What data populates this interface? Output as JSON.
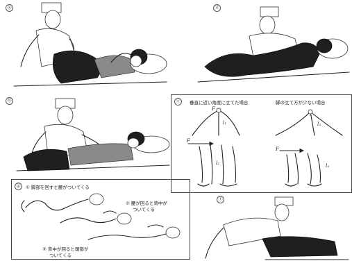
{
  "panels": {
    "a": {
      "label": "ⓐ"
    },
    "b": {
      "label": "ⓑ"
    },
    "c": {
      "label": "ⓒ"
    },
    "d": {
      "label": "ⓓ"
    },
    "e": {
      "label": "ⓔ",
      "caption_left": "垂直に近い角度に立てた場合",
      "caption_right": "脚の立て方が少ない場合",
      "force_top": "F",
      "force_bottom": "F",
      "length_l1": "l₁",
      "length_l2": "l₂",
      "length_l3": "l₃",
      "length_l4": "l₄"
    },
    "f": {
      "label": "ⓕ"
    },
    "g": {
      "label": "ⓖ",
      "step1": "① 脚部を回すと腰がついてくる",
      "step2_line1": "② 腰が回ると背中が",
      "step2_line2": "ついてくる",
      "step3_line1": "③ 背中が回ると頭部が",
      "step3_line2": "ついてくる"
    }
  }
}
